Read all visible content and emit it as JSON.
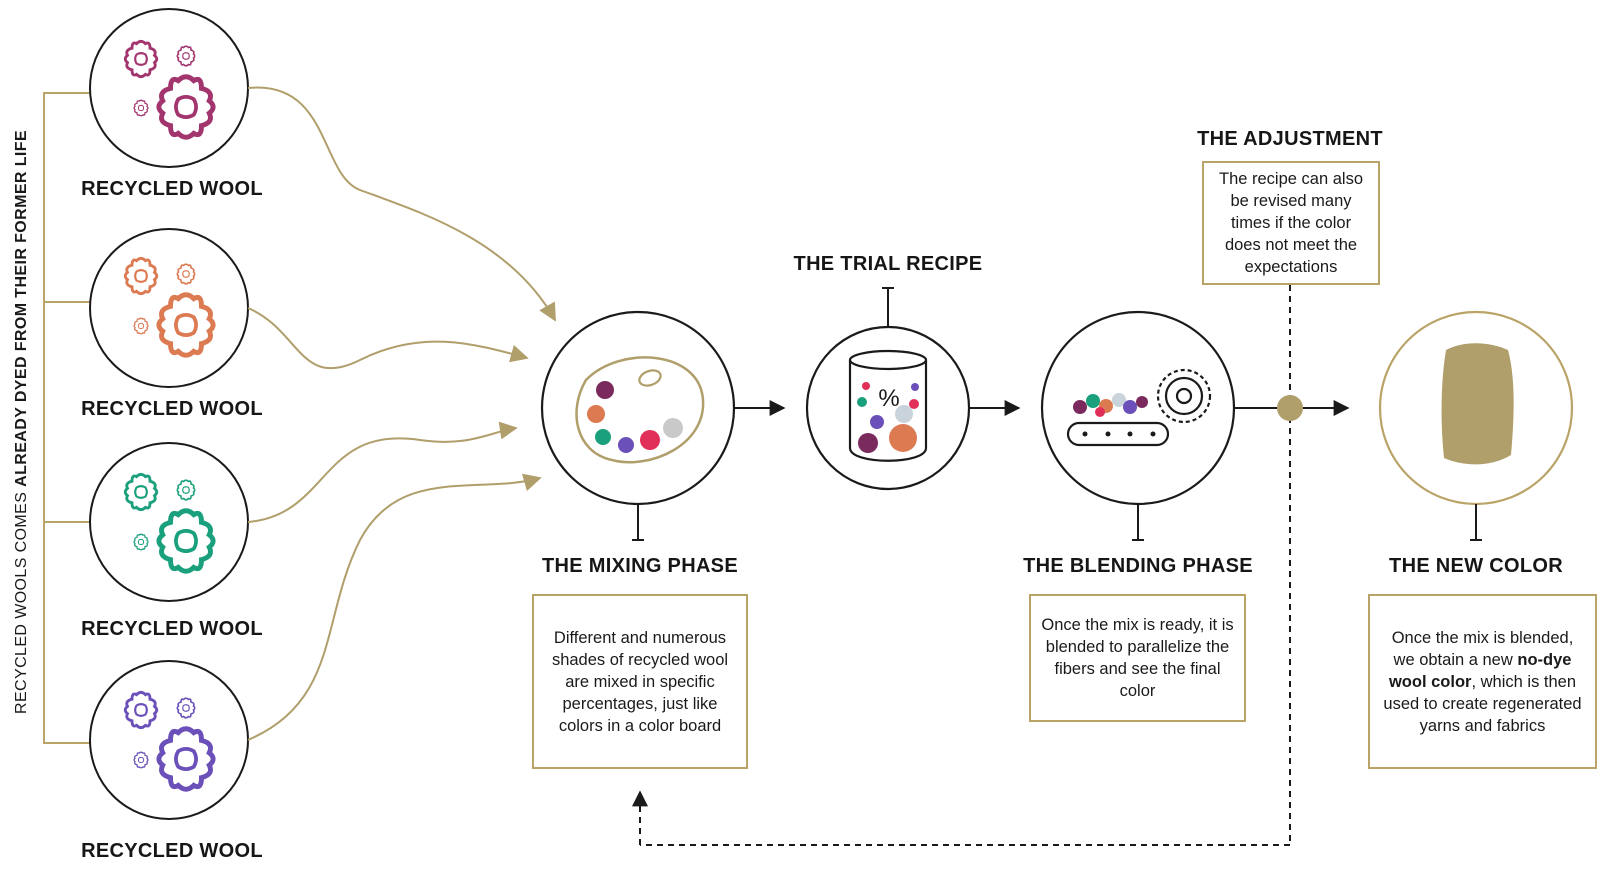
{
  "side_label": {
    "prefix": "RECYCLED WOOLS COMES",
    "emphasis": "ALREADY DYED FROM THEIR FORMER LIFE"
  },
  "sources": [
    {
      "label": "RECYCLED WOOL",
      "color": "#a2356e"
    },
    {
      "label": "RECYCLED WOOL",
      "color": "#dc7a52"
    },
    {
      "label": "RECYCLED WOOL",
      "color": "#1aa07c"
    },
    {
      "label": "RECYCLED WOOL",
      "color": "#6a50b8"
    }
  ],
  "mixing": {
    "title": "THE MIXING PHASE",
    "description": "Different and numerous shades of recycled wool are mixed in specific percentages, just like colors in a color board"
  },
  "trial": {
    "title": "THE TRIAL RECIPE",
    "symbol": "%"
  },
  "blending": {
    "title": "THE BLENDING PHASE",
    "description": "Once the mix is ready, it is blended to parallelize the fibers and see the final color"
  },
  "adjustment": {
    "title": "THE ADJUSTMENT",
    "description": "The recipe can also be revised many times if the color does not meet the expectations"
  },
  "new_color": {
    "title": "THE NEW COLOR",
    "desc_before": "Once the mix is blended, we obtain a new",
    "desc_bold": "no-dye wool color",
    "desc_after": ", which is then used to create regenerated yarns and fabrics"
  },
  "colors": {
    "accent": "#b9a367",
    "line": "#1a1a1a",
    "gold_fill": "#b09e6b"
  }
}
